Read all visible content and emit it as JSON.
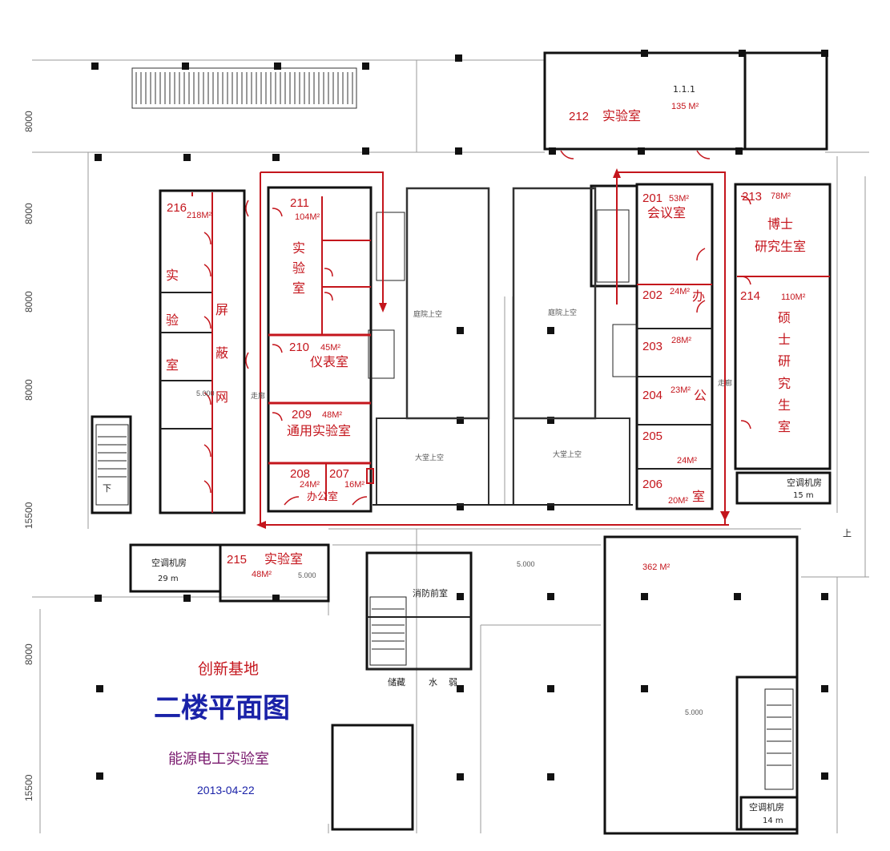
{
  "legend": {
    "org": "创新基地",
    "title": "二楼平面图",
    "lab": "能源电工实验室",
    "date": "2013-04-22"
  },
  "dimensions": [
    "8000",
    "8000",
    "8000",
    "8000",
    "15500",
    "8000",
    "15500"
  ],
  "rooms": {
    "r212": {
      "num": "212",
      "name": "实验室",
      "area": "135 M²",
      "code": "1.1.1"
    },
    "r211": {
      "num": "211",
      "area": "104M²",
      "name": "实验室"
    },
    "r216": {
      "num": "216",
      "area": "218M²",
      "name_a": "实验室",
      "name_b": "屏蔽网"
    },
    "r210": {
      "num": "210",
      "area": "45M²",
      "name": "仪表室"
    },
    "r209": {
      "num": "209",
      "area": "48M²",
      "name": "通用实验室"
    },
    "r208": {
      "num": "208",
      "area": "24M²"
    },
    "r207": {
      "num": "207",
      "area": "16M²",
      "name": "办公室"
    },
    "r201": {
      "num": "201",
      "area": "53M²",
      "name": "会议室"
    },
    "r202": {
      "num": "202",
      "area": "24M²",
      "name": "办"
    },
    "r203": {
      "num": "203",
      "area": "28M²"
    },
    "r204": {
      "num": "204",
      "area": "23M²",
      "name": "公"
    },
    "r205": {
      "num": "205",
      "area": "24M²"
    },
    "r206": {
      "num": "206",
      "area": "20M²",
      "name": "室"
    },
    "r213": {
      "num": "213",
      "area": "78M²",
      "name_a": "博士",
      "name_b": "研究生室"
    },
    "r214": {
      "num": "214",
      "area": "110M²",
      "name": "硕士研究生室"
    },
    "r215": {
      "num": "215",
      "name": "实验室",
      "area": "48M²"
    },
    "hall": {
      "area": "362 M²"
    }
  },
  "aux": {
    "ac1": "空调机房",
    "ac1_area": "29 m",
    "ac2": "空调机房",
    "ac2_area": "15 m",
    "ac3": "空调机房",
    "ac3_area": "14 m",
    "fire": "消防前室",
    "store": "储藏",
    "water": "水",
    "weak": "弱",
    "courtyard1": "庭院上空",
    "courtyard2": "庭院上空",
    "lobby1": "大堂上空",
    "lobby2": "大堂上空",
    "corridor1": "走廊",
    "corridor2": "走廊",
    "stair_down": "下",
    "stair_up": "上",
    "elev1": "5.000",
    "elev2": "5.000",
    "elev3": "5.000",
    "elev4": "5.000"
  }
}
